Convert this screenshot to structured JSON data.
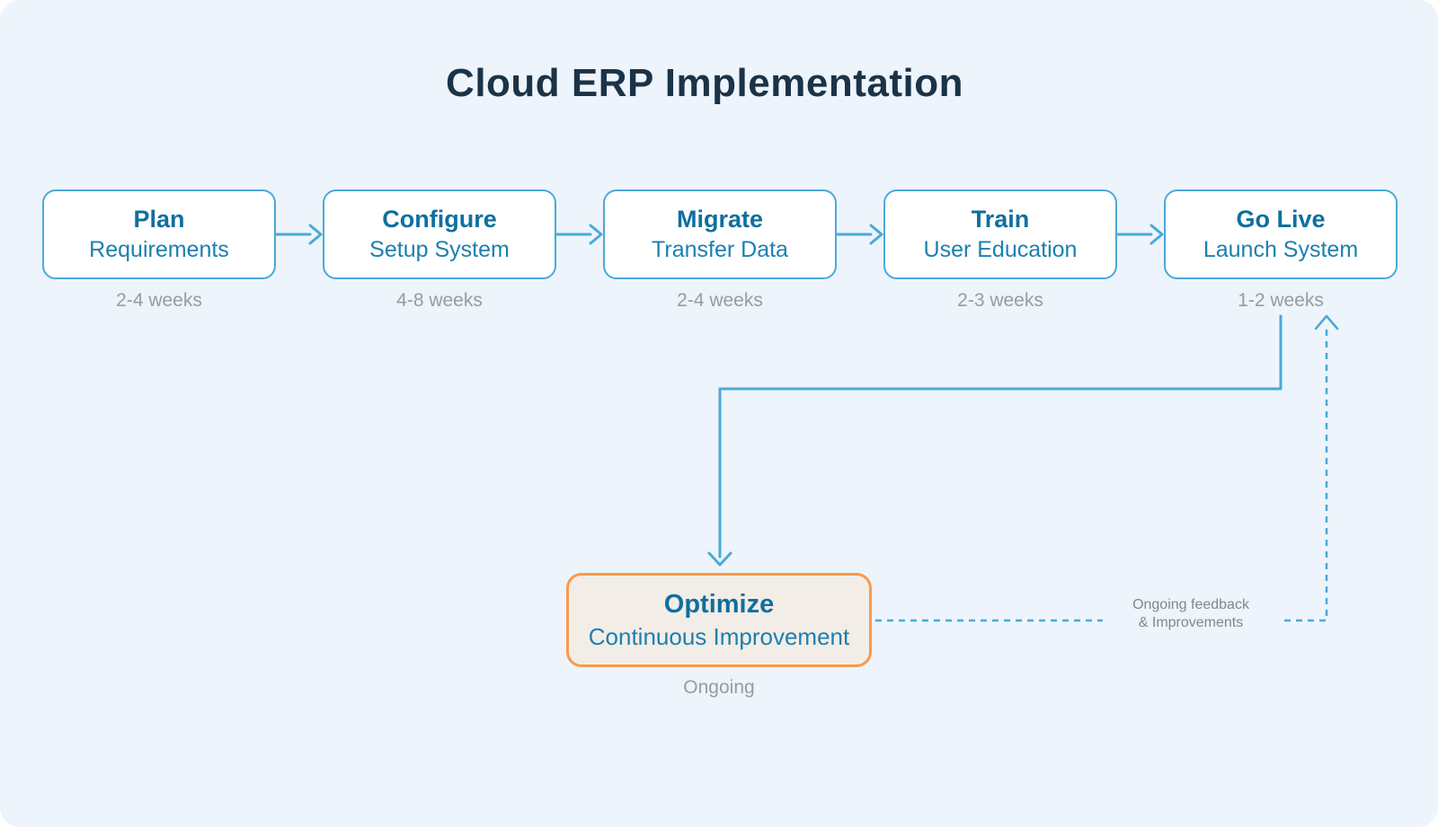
{
  "title": "Cloud ERP Implementation",
  "stages": [
    {
      "name": "Plan",
      "subtitle": "Requirements",
      "duration": "2-4 weeks"
    },
    {
      "name": "Configure",
      "subtitle": "Setup System",
      "duration": "4-8 weeks"
    },
    {
      "name": "Migrate",
      "subtitle": "Transfer Data",
      "duration": "2-4 weeks"
    },
    {
      "name": "Train",
      "subtitle": "User Education",
      "duration": "2-3 weeks"
    },
    {
      "name": "Go Live",
      "subtitle": "Launch System",
      "duration": "1-2 weeks"
    }
  ],
  "optimize": {
    "name": "Optimize",
    "subtitle": "Continuous Improvement",
    "duration": "Ongoing"
  },
  "feedback": {
    "line1": "Ongoing feedback",
    "line2": "& Improvements"
  },
  "colors": {
    "canvas_background": "#edf4fb",
    "flow_blue": "#4aa9d9",
    "stage_heading_blue": "#0e6f9f",
    "stage_subtitle_blue": "#1b80b0",
    "title_navy": "#1b3347",
    "duration_gray": "#9a9ba0",
    "feedback_gray": "#82878f",
    "optimize_border_orange": "#f8994d",
    "optimize_fill_beige": "#f2ede7",
    "stage_fill_white": "#ffffff"
  }
}
